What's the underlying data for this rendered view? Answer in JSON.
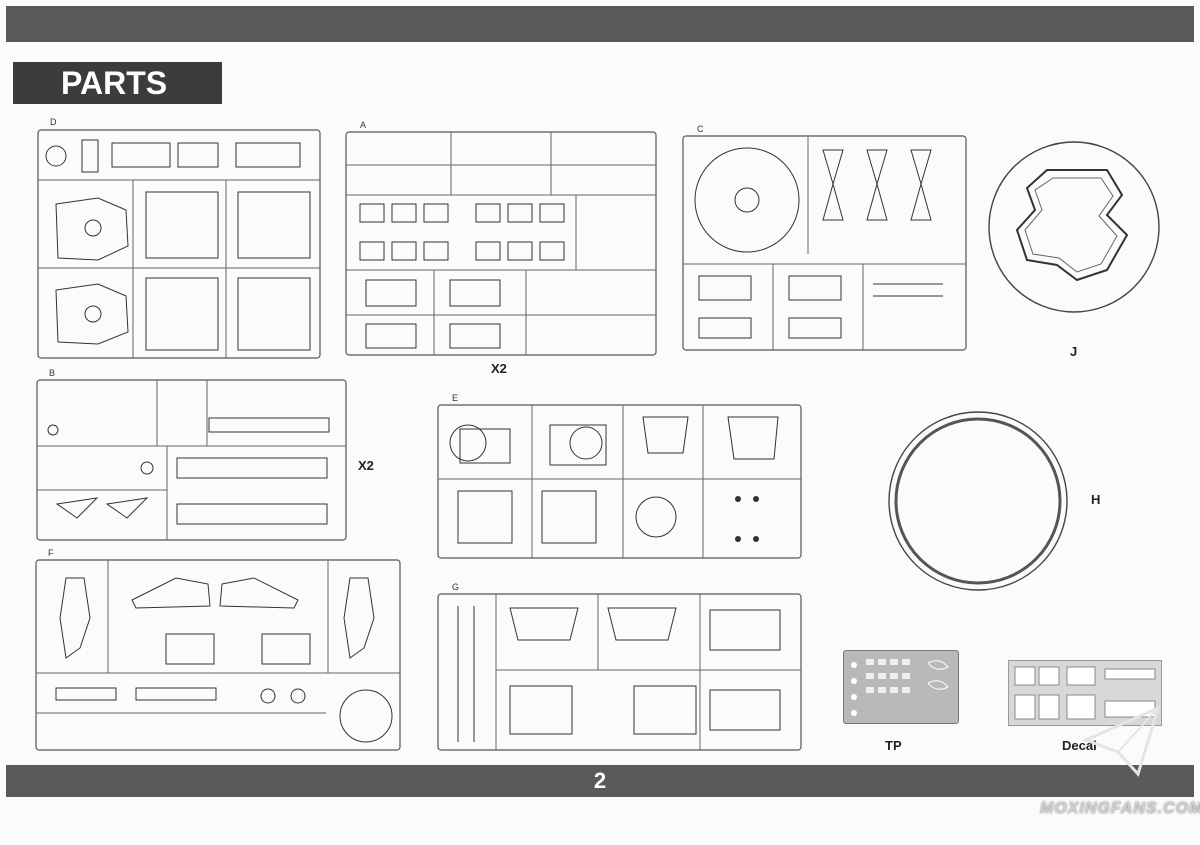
{
  "header": {
    "section_title": "PARTS",
    "page_number": "2"
  },
  "sprues": {
    "D": {
      "id": "D"
    },
    "A": {
      "id": "A",
      "quantity": "X2"
    },
    "C": {
      "id": "C"
    },
    "J": {
      "id": "J"
    },
    "B": {
      "id": "B",
      "quantity": "X2"
    },
    "E": {
      "id": "E"
    },
    "H": {
      "id": "H"
    },
    "F": {
      "id": "F"
    },
    "G": {
      "id": "G"
    }
  },
  "extras": {
    "photo_etch_label": "TP",
    "decal_label": "Decal"
  },
  "watermark": {
    "text": "MOXINGFANS.COM"
  }
}
